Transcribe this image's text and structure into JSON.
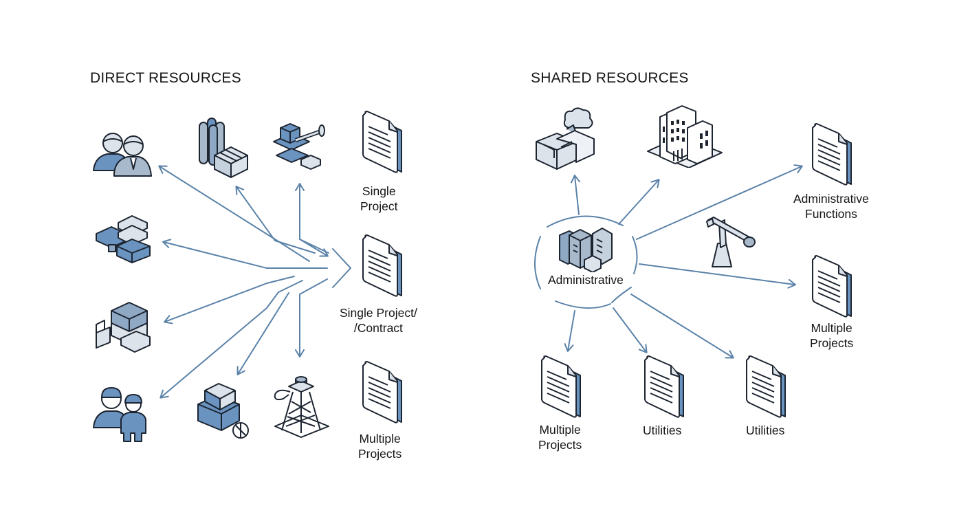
{
  "diagram": {
    "direct": {
      "heading": "DIRECT RESOURCES",
      "documents": [
        {
          "label": "Single\nProject"
        },
        {
          "label": "Single Project/\n/Contract"
        },
        {
          "label": "Multiple\nProjects"
        }
      ],
      "resource_icons": [
        "managers-icon",
        "pipes-and-materials-icon",
        "machinery-part-icon",
        "stacked-blocks-icon",
        "building-blocks-icon",
        "workers-icon",
        "equipment-crate-icon",
        "survey-tower-icon"
      ]
    },
    "shared": {
      "heading": "SHARED RESOURCES",
      "hub_label": "Administrative",
      "documents": [
        {
          "label": "Administrative\nFunctions"
        },
        {
          "label": "Multiple\nProjects"
        },
        {
          "label": "Multiple\nProjects"
        },
        {
          "label": "Utilities"
        },
        {
          "label": "Utilities"
        }
      ],
      "resource_icons": [
        "factory-icon",
        "office-building-icon",
        "crane-icon",
        "server-buildings-icon"
      ]
    },
    "colors": {
      "arrow": "#5a82a8",
      "accent_fill": "#6a93c0",
      "light_fill": "#d8dee7",
      "outline": "#1c2430"
    }
  }
}
